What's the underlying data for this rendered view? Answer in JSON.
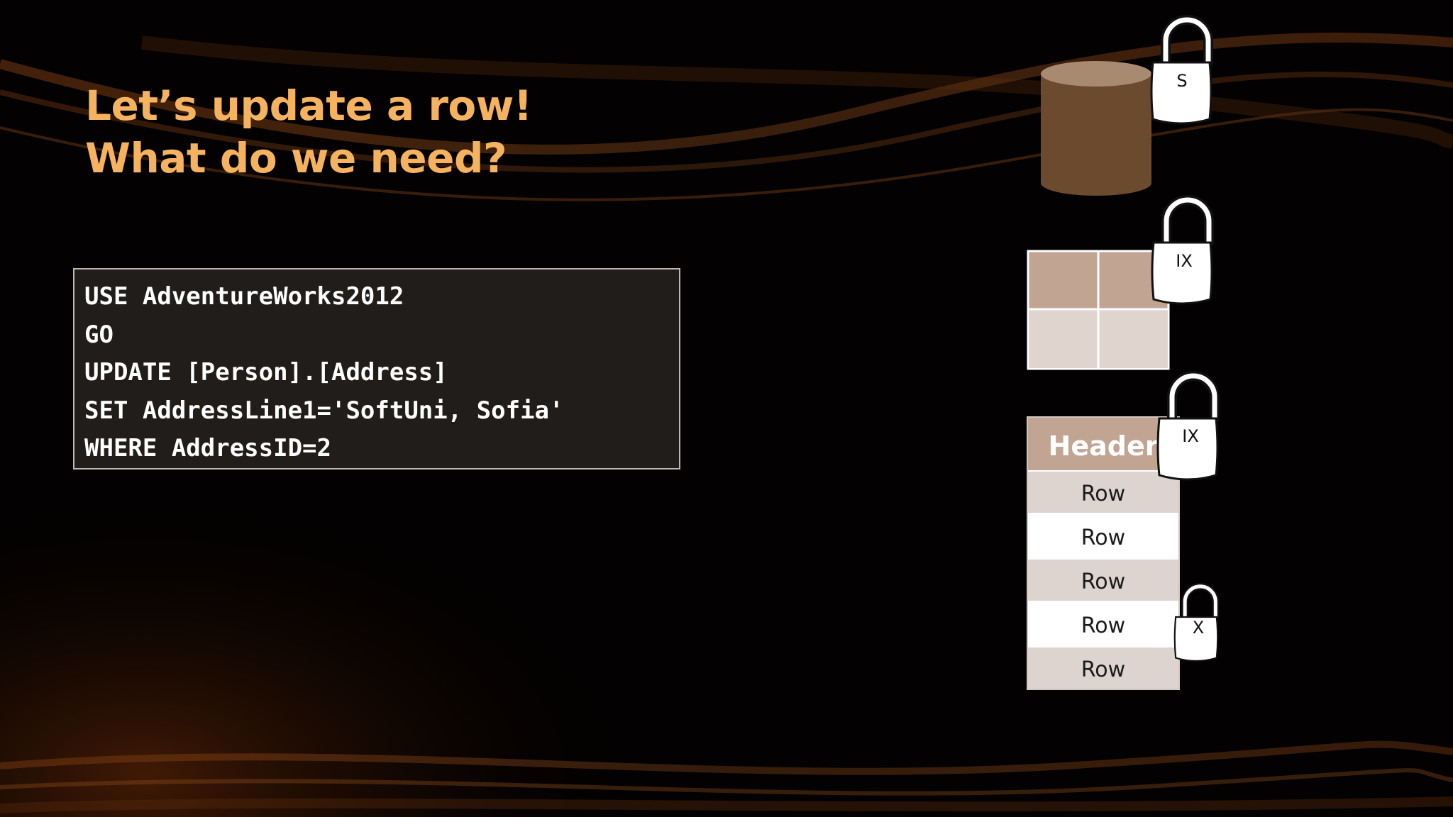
{
  "slide": {
    "title_line1": "Let’s update a row!",
    "title_line2": "What do we need?"
  },
  "code": {
    "lines": [
      "USE AdventureWorks2012",
      "GO",
      "UPDATE [Person].[Address]",
      "SET AddressLine1='SoftUni, Sofia'",
      "WHERE AddressID=2"
    ]
  },
  "diagram": {
    "database_lock": "S",
    "table_lock": "IX",
    "page_header": "Header",
    "page_lock": "IX",
    "rows": [
      "Row",
      "Row",
      "Row",
      "Row",
      "Row"
    ],
    "row_lock": "X"
  },
  "colors": {
    "title": "#f5b25f",
    "code_background": "#201d1b",
    "database": "#6b4a2e",
    "header": "#c2a493",
    "row_shaded": "#ddd3cf",
    "row_plain": "#ffffff"
  }
}
